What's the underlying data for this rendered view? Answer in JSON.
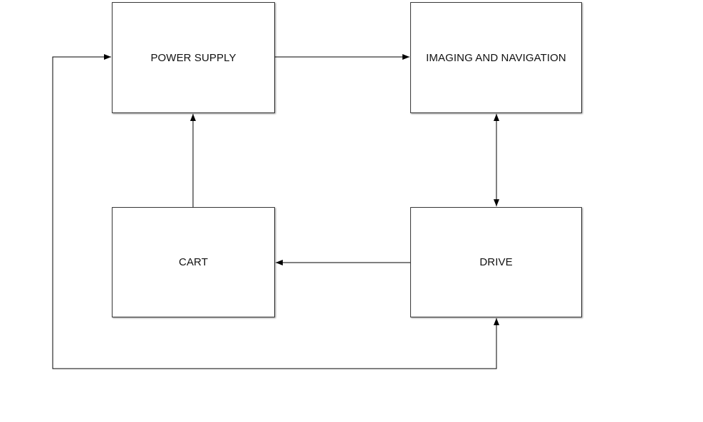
{
  "diagram": {
    "type": "block-diagram",
    "colors": {
      "line": "#000000",
      "box_border": "#3a3a3a",
      "text": "#111111"
    },
    "blocks": {
      "power_supply": {
        "label": "POWER SUPPLY"
      },
      "imaging_navigation": {
        "label": "IMAGING AND NAVIGATION"
      },
      "cart": {
        "label": "CART"
      },
      "drive": {
        "label": "DRIVE"
      }
    },
    "connections": [
      {
        "from": "power_supply",
        "to": "imaging_navigation",
        "direction": "forward"
      },
      {
        "from": "imaging_navigation",
        "to": "drive",
        "direction": "bidirectional"
      },
      {
        "from": "drive",
        "to": "cart",
        "direction": "forward"
      },
      {
        "from": "cart",
        "to": "power_supply",
        "direction": "forward"
      },
      {
        "from": "drive",
        "to": "power_supply",
        "direction": "bidirectional",
        "routing": "around-left"
      }
    ]
  }
}
